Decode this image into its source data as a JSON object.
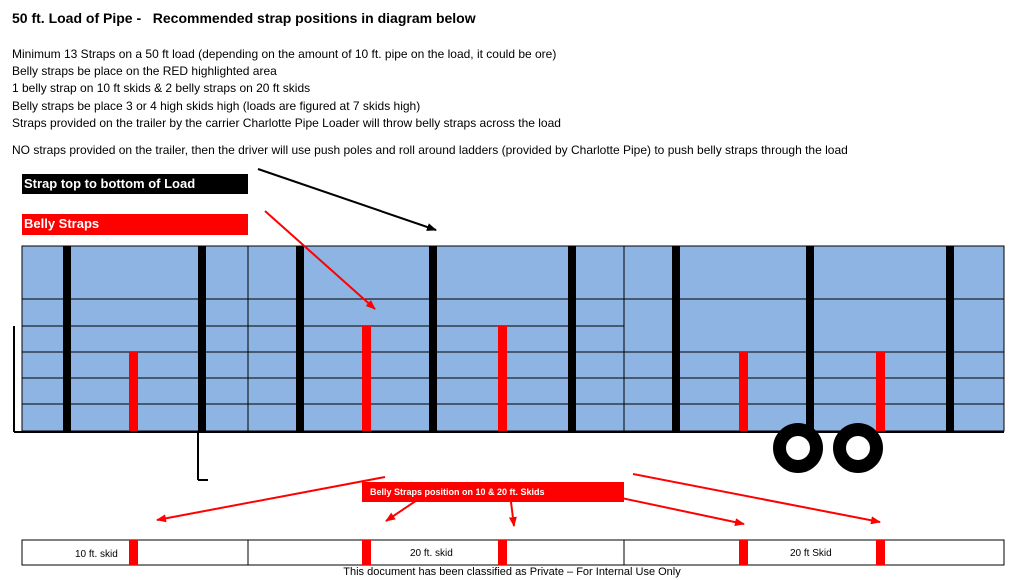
{
  "title": "50 ft. Load of Pipe -   Recommended strap positions in diagram below",
  "notes": [
    "Minimum 13 Straps on a 50 ft load (depending on the amount of 10 ft. pipe on the load, it could be ore)",
    "Belly straps be place on the RED highlighted area",
    "1 belly strap on 10 ft skids & 2 belly straps on 20 ft skids",
    "Belly straps be place 3 or 4 high skids high (loads are figured at 7 skids high)",
    "Straps provided on the trailer by the carrier Charlotte Pipe Loader will throw belly straps across the load"
  ],
  "note_no_straps": "NO straps provided on the trailer, then the driver will use push poles and roll around ladders (provided by Charlotte Pipe) to push belly straps through the load",
  "legend": {
    "top_to_bottom": "Strap top to bottom of Load",
    "belly": "Belly Straps"
  },
  "skid_banner": "Belly Straps position on 10 & 20 ft. Skids",
  "skids": [
    "10 ft. skid",
    "20 ft. skid",
    "20 ft Skid"
  ],
  "footer": "This document has been classified as Private – For Internal Use Only",
  "colors": {
    "load": "#8eb4e3",
    "strap_black": "#000000",
    "strap_red": "#ff0000"
  }
}
